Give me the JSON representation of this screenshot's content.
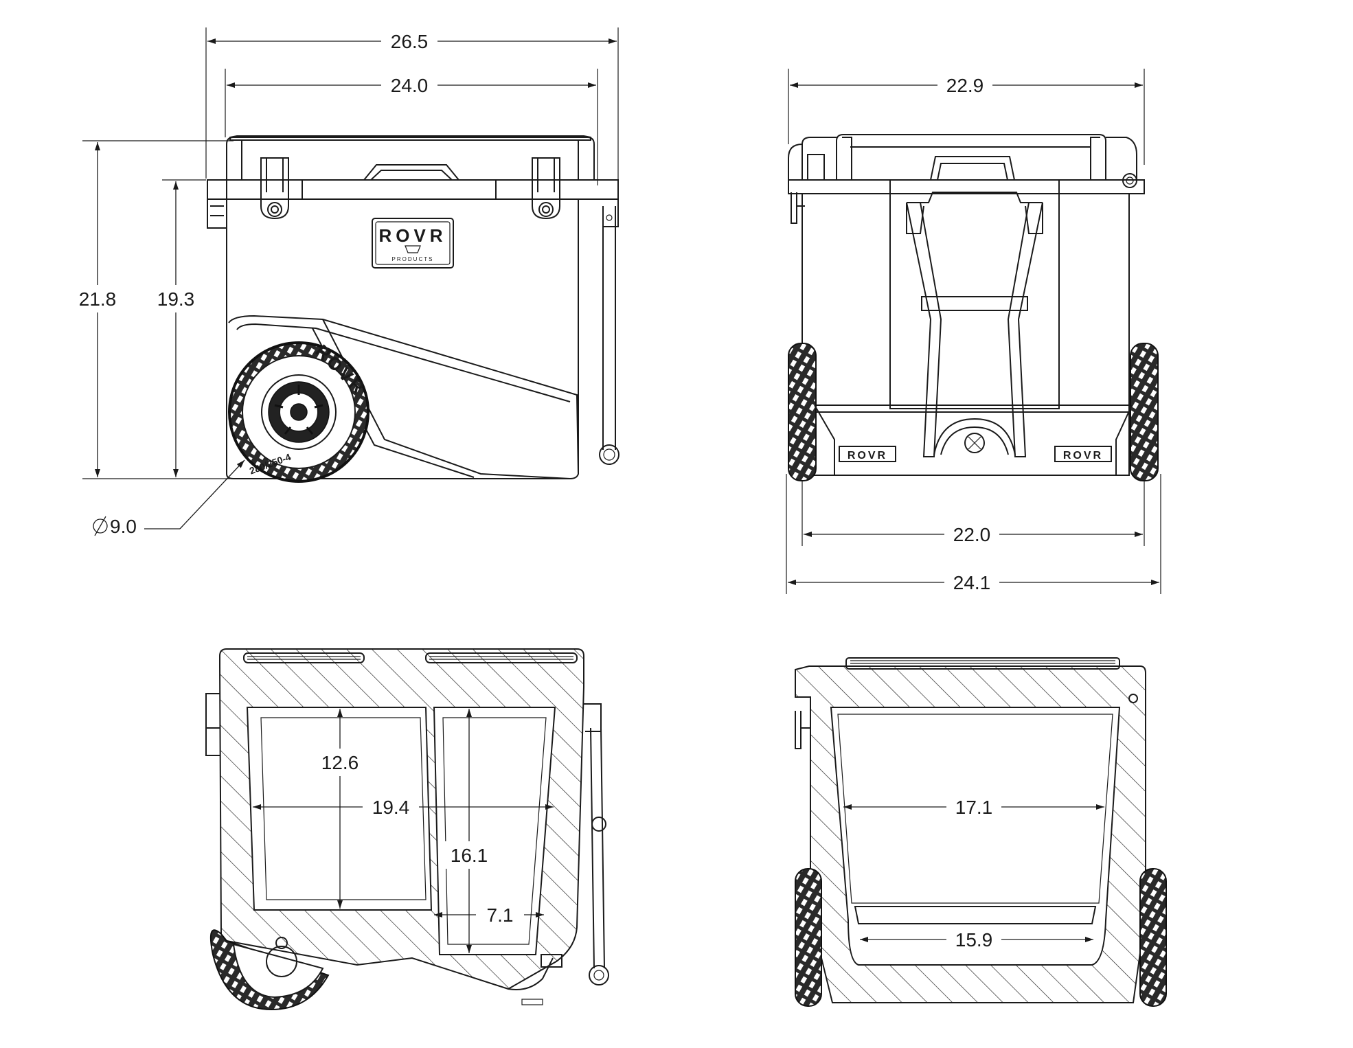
{
  "brand": {
    "logo_text": "ROVR",
    "logo_subtext": "PRODUCTS",
    "tire_text": "ROVR",
    "tire_size": "280/250-4"
  },
  "side_view": {
    "overall_length": "26.5",
    "body_length": "24.0",
    "overall_height": "21.8",
    "body_height": "19.3",
    "wheel_diameter": "9.0"
  },
  "front_view": {
    "lid_width": "22.9",
    "body_width": "22.0",
    "overall_width": "24.1"
  },
  "side_section": {
    "upper_depth": "12.6",
    "interior_length": "19.4",
    "full_depth": "16.1",
    "step_length": "7.1"
  },
  "front_section": {
    "top_width": "17.1",
    "bottom_width": "15.9"
  },
  "colors": {
    "line": "#1a1a1a",
    "tire": "#2a2a2a",
    "background": "#ffffff"
  }
}
